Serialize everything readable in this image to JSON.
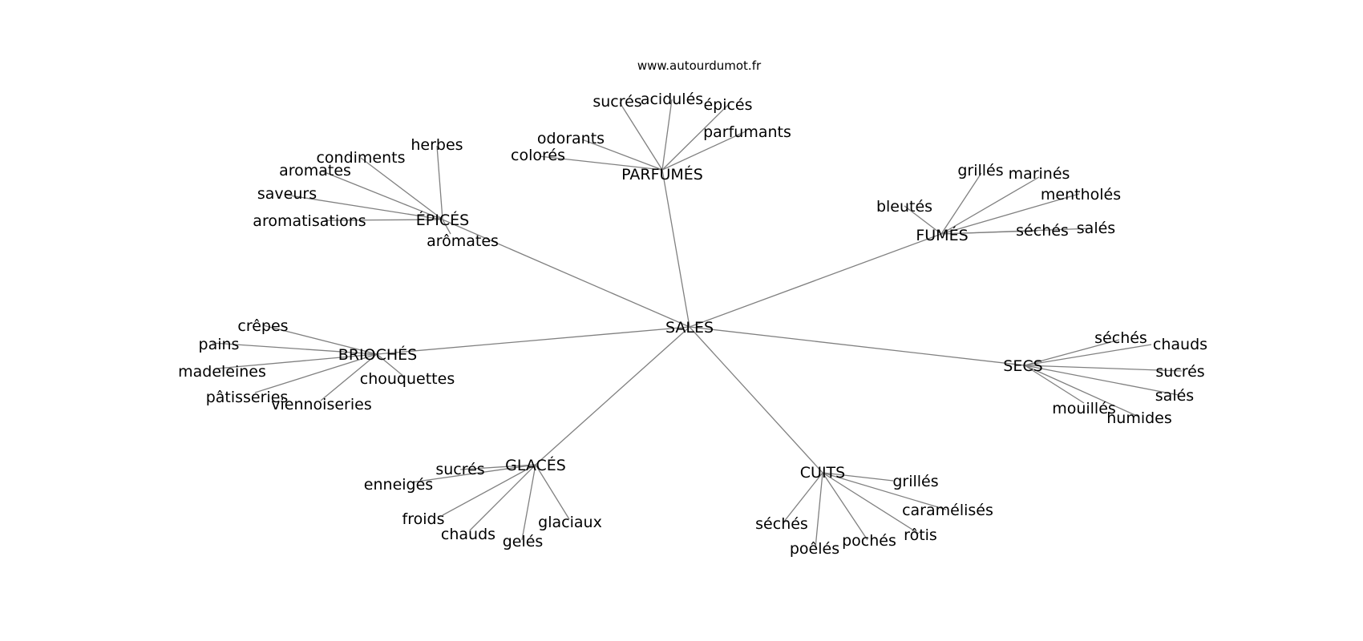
{
  "site": "www.autourdumot.fr",
  "center": {
    "label": "SALES"
  },
  "hubs": [
    {
      "label": "PARFUMÉS",
      "leaves": [
        "sucrés",
        "acidulés",
        "épicés",
        "parfumants",
        "odorants",
        "colorés"
      ]
    },
    {
      "label": "ÉPICÉS",
      "leaves": [
        "herbes",
        "condiments",
        "aromates",
        "saveurs",
        "aromatisations",
        "arômates"
      ]
    },
    {
      "label": "FUMÉS",
      "leaves": [
        "grillés",
        "marinés",
        "mentholés",
        "bleutés",
        "séchés",
        "salés"
      ]
    },
    {
      "label": "BRIOCHÉS",
      "leaves": [
        "crêpes",
        "pains",
        "madeleines",
        "pâtisseries",
        "viennoiseries",
        "chouquettes"
      ]
    },
    {
      "label": "SECS",
      "leaves": [
        "séchés",
        "chauds",
        "sucrés",
        "salés",
        "mouillés",
        "humides"
      ]
    },
    {
      "label": "GLACÉS",
      "leaves": [
        "sucrés",
        "enneigés",
        "froids",
        "chauds",
        "gelés",
        "glaciaux"
      ]
    },
    {
      "label": "CUITS",
      "leaves": [
        "grillés",
        "caramélisés",
        "rôtis",
        "pochés",
        "poêlés",
        "séchés"
      ]
    }
  ]
}
